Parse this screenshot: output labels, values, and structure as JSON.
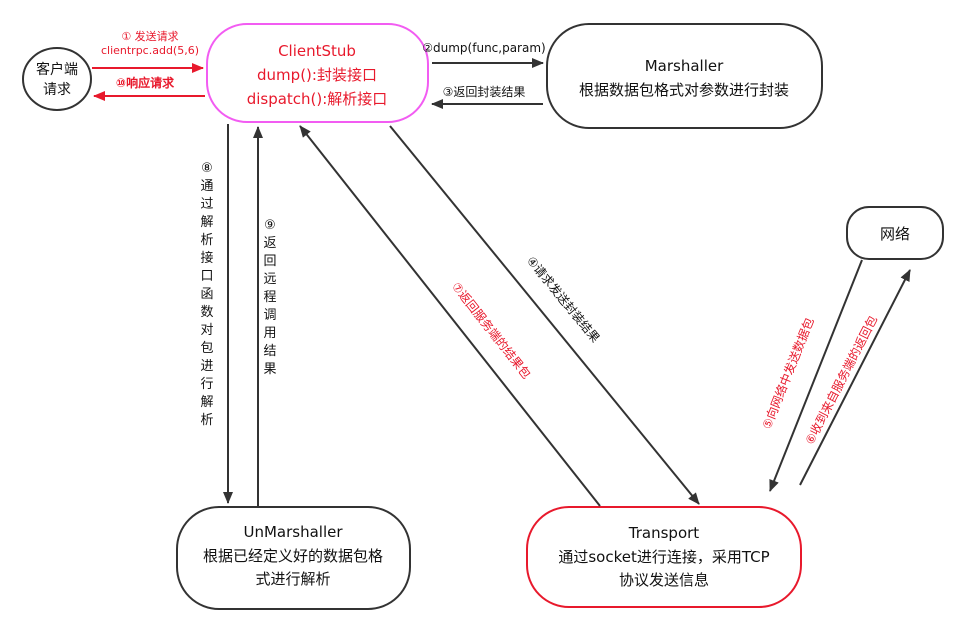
{
  "colors": {
    "black": "#333333",
    "red": "#e8192c",
    "magenta": "#f25cf2",
    "node_border": "#333333",
    "text": "#111111"
  },
  "nodes": {
    "client": {
      "line1": "客户端",
      "line2": "请求"
    },
    "clientstub": {
      "line1": "ClientStub",
      "line2": "dump():封装接口",
      "line3": "dispatch():解析接口"
    },
    "marshaller": {
      "line1": "Marshaller",
      "line2": "根据数据包格式对参数进行封装"
    },
    "network": {
      "label": "网络"
    },
    "unmarshaller": {
      "line1": "UnMarshaller",
      "line2": "根据已经定义好的数据包格",
      "line3": "式进行解析"
    },
    "transport": {
      "line1": "Transport",
      "line2": "通过socket进行连接，采用TCP",
      "line3": "协议发送信息"
    }
  },
  "edges": {
    "e1": {
      "line1": "①  发送请求",
      "line2": "clientrpc.add(5,6)"
    },
    "e2": {
      "label": "②dump(func,param)"
    },
    "e3": {
      "label": "③返回封装结果"
    },
    "e4": {
      "label": "④请求发送封装结果"
    },
    "e5": {
      "label": "⑤向网络中发送数据包"
    },
    "e6": {
      "label": "⑥收到来自服务端的返回包"
    },
    "e7": {
      "label": "⑦返回服务端的结果包"
    },
    "e8": {
      "label": "⑧通过解析接口函数对包进行解析"
    },
    "e9": {
      "label": "⑨返回远程调用结果"
    },
    "e10": {
      "label": "⑩响应请求"
    }
  }
}
